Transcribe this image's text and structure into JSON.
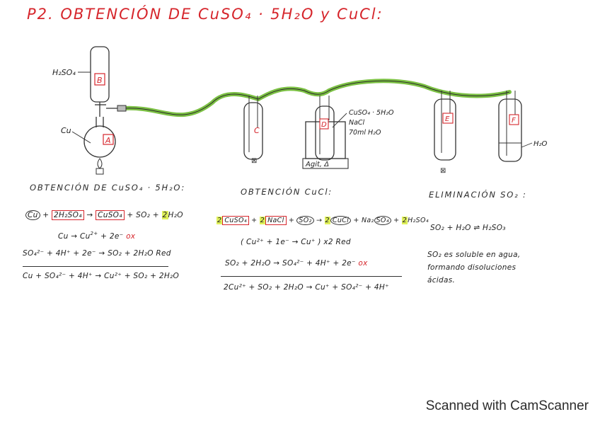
{
  "title": "P2. OBTENCIÓN DE CuSO₄ · 5H₂O y CuCl:",
  "apparatus": {
    "label_h2so4": "H₂SO₄",
    "label_b": "B",
    "label_a": "A",
    "label_cu": "Cu",
    "label_c": "C",
    "label_d": "D",
    "label_e": "E",
    "label_f": "F",
    "flask_d_contents": [
      "CuSO₄ · 5H₂O",
      "NaCl",
      "70ml H₂O"
    ],
    "agit_label": "Agit, Δ",
    "label_h2o": "H₂O",
    "tube_color": "#7bc043"
  },
  "sections": {
    "s1": {
      "heading": "OBTENCIÓN DE CuSO₄ · 5H₂O:",
      "eq1": {
        "cu": "Cu",
        "plus1": "+",
        "acid": "2H₂SO₄",
        "arrow": "→",
        "salt": "CuSO₄",
        "rest": "+ SO₂ +",
        "water": "2",
        "water_rest": "H₂O"
      },
      "eq2": {
        "lhs": "Cu → Cu",
        "charge": "2+",
        "rhs": " + 2e⁻ ",
        "tag": "ox"
      },
      "eq3": {
        "text": "SO₄²⁻ + 4H⁺ + 2e⁻ → SO₂ + 2H₂O",
        "tag": " Red"
      },
      "eq4": "Cu + SO₄²⁻ + 4H⁺ → Cu²⁺ + SO₂ + 2H₂O"
    },
    "s2": {
      "heading": "OBTENCIÓN CuCl:",
      "eq1": {
        "c1": "2",
        "a": "CuSO₄",
        "p1": " + ",
        "c2": "2",
        "b": "NaCl",
        "p2": " + ",
        "c": "SO₂",
        "arrow": " → ",
        "c3": "2",
        "d": "CuCl",
        "p3": " + Na₂",
        "e": "SO₄",
        "p4": " + ",
        "c4": "2",
        "f": "H₂SO₄"
      },
      "eq2": {
        "text": "( Cu²⁺ + 1e⁻ → Cu⁺ ) x2",
        "tag": " Red"
      },
      "eq3": {
        "text": "SO₂ + 2H₂O  → SO₄²⁻ + 4H⁺ + 2e⁻ ",
        "tag": "ox"
      },
      "eq4": "2Cu²⁺ + SO₂ + 2H₂O → Cu⁺ + SO₄²⁻ + 4H⁺"
    },
    "s3": {
      "heading": "ELIMINACIÓN SO₂ :",
      "eq1": "SO₂ + H₂O ⇌ H₂SO₃",
      "note": [
        "SO₂ es soluble en agua,",
        "formando disoluciones",
        "ácidas."
      ]
    }
  },
  "footer": "Scanned with CamScanner"
}
